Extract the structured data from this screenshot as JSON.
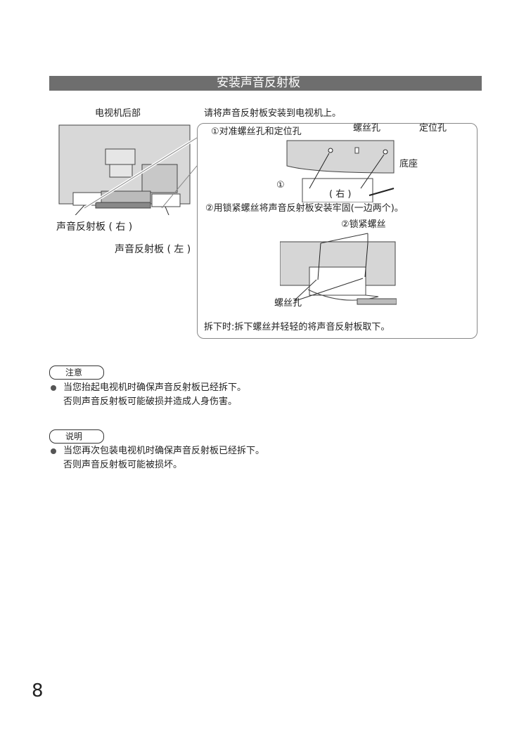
{
  "title": "安装声音反射板",
  "tv_back_label": "电视机后部",
  "reflector_right": "声音反射板 ( 右 )",
  "reflector_left": "声音反射板 ( 左 )",
  "intro": "请将声音反射板安装到电视机上。",
  "step1": "①对准螺丝孔和定位孔",
  "screw_hole": "螺丝孔",
  "positioning_hole": "定位孔",
  "base": "底座",
  "circle1": "①",
  "right_mark": "( 右 )",
  "step2": "②用锁紧螺丝将声音反射板安装牢固(一边两个)。",
  "lock_screw": "②锁紧螺丝",
  "screw_hole2": "螺丝孔",
  "removal": "拆下时:拆下螺丝并轻轻的将声音反射板取下。",
  "caution": {
    "label": "注意",
    "lines": [
      "当您抬起电视机时确保声音反射板已经拆下。",
      "否则声音反射板可能破损并造成人身伤害。"
    ]
  },
  "note": {
    "label": "说明",
    "lines": [
      "当您再次包装电视机时确保声音反射板已经拆下。",
      "否则声音反射板可能被损坏。"
    ]
  },
  "page_number": "8"
}
